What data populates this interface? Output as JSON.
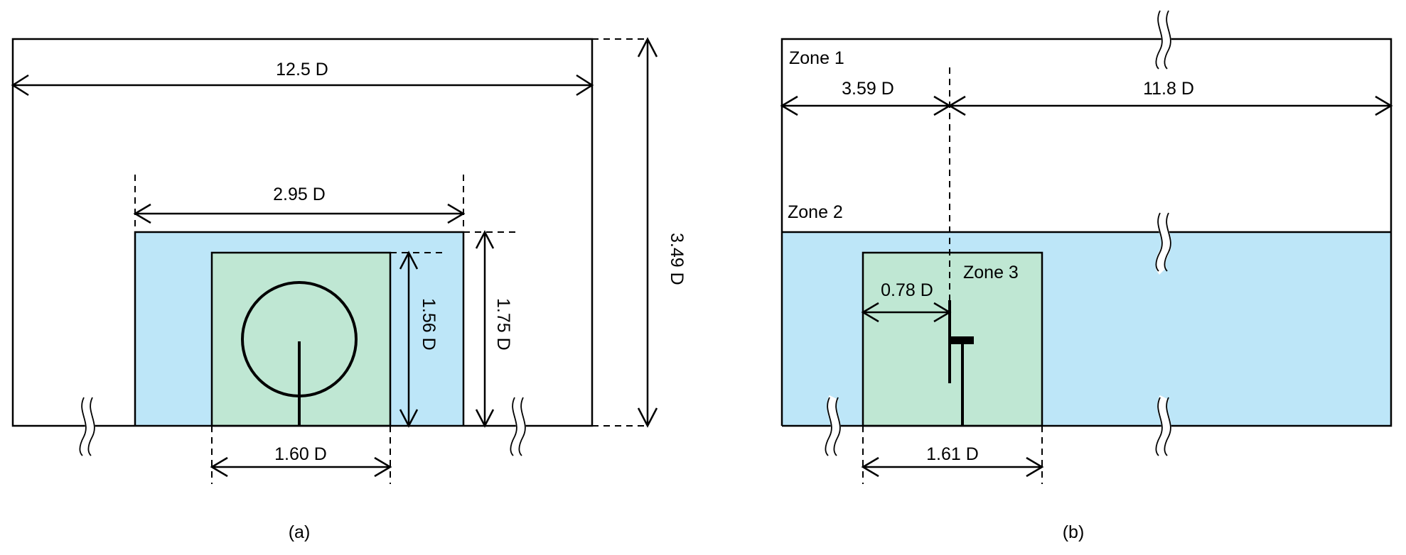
{
  "colors": {
    "zone2_fill": "#bde6f8",
    "zone3_fill": "#bfe7d3",
    "line": "#000000"
  },
  "panel_a": {
    "caption": "(a)",
    "dims": {
      "domain_length": "12.5 D",
      "domain_height": "3.49 D",
      "zone2_width": "2.95 D",
      "zone2_height": "1.75 D",
      "zone3_width": "1.60 D",
      "zone3_height": "1.56 D"
    }
  },
  "panel_b": {
    "caption": "(b)",
    "zones": {
      "zone1": "Zone 1",
      "zone2": "Zone 2",
      "zone3": "Zone 3"
    },
    "dims": {
      "upstream_length": "3.59 D",
      "downstream_length": "11.8 D",
      "rotor_offset": "0.78 D",
      "zone3_width": "1.61 D"
    }
  }
}
